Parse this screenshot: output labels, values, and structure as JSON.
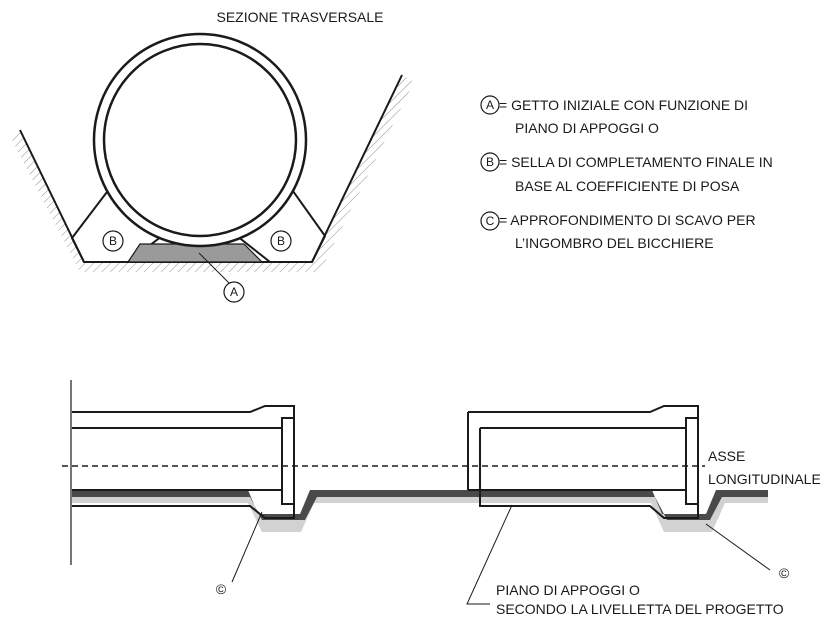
{
  "cross_section": {
    "title": "SEZIONE TRASVERSALE",
    "marker_a": "A",
    "marker_b": "B"
  },
  "legend": [
    {
      "marker": "A",
      "line1": "= GETTO INIZIALE CON FUNZIONE DI",
      "line2": "PIANO DI APPOGGI O"
    },
    {
      "marker": "B",
      "line1": "= SELLA DI COMPLETAMENTO FINALE IN",
      "line2": "BASE AL COEFFICIENTE DI POSA"
    },
    {
      "marker": "C",
      "line1": "= APPROFONDIMENTO DI SCAVO PER",
      "line2": "L’INGOMBRO DEL BICCHIERE"
    }
  ],
  "longitudinal": {
    "axis_label_line1": "ASSE",
    "axis_label_line2": "LONGITUDINALE",
    "bedding_label_line1": "PIANO DI APPOGGI O",
    "bedding_label_line2": "SECONDO LA LIVELLETTA DEL PROGETTO",
    "marker_c": "©"
  },
  "colors": {
    "line": "#1a1a1a",
    "concrete_fill": "#9a9a9a",
    "bedding_dark": "#4a4a4a",
    "bedding_light": "#d2d2d2"
  }
}
